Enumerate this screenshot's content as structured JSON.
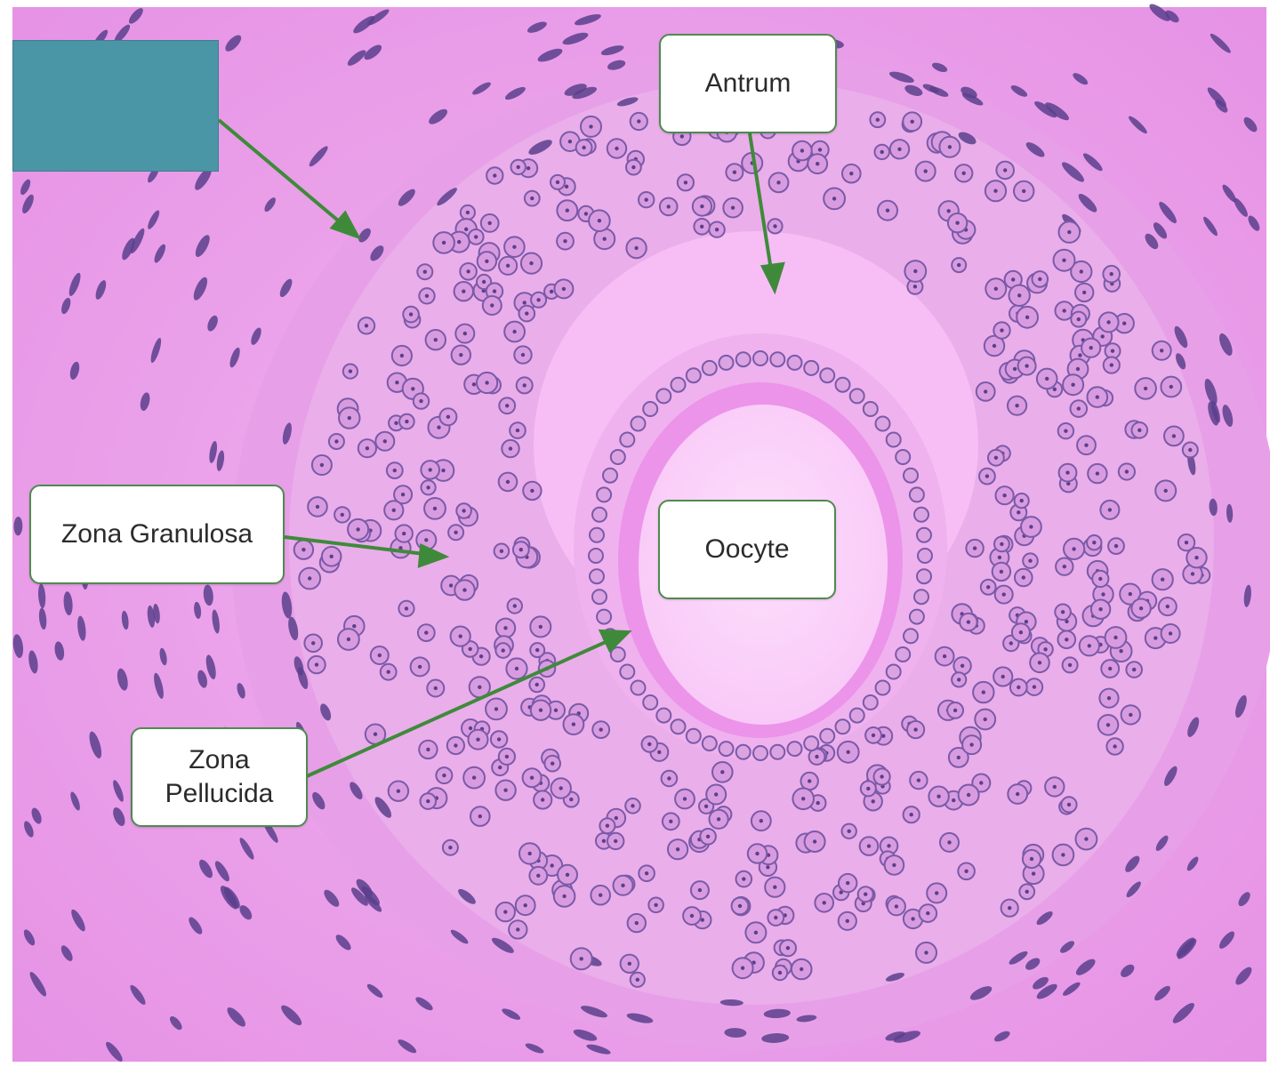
{
  "colors": {
    "stroma": "#e79ae6",
    "stroma_light": "#f3c2f2",
    "antrum": "#f5b6f4",
    "zona_pellucida": "#ec8ee8",
    "oocyte": "#fbd2fa",
    "nucleus": "#7a5aa8",
    "nucleus_dark": "#5b3f8c",
    "arrow": "#3f8a3a",
    "hidden_label_fill": "#4b96a6",
    "label_border": "#4f8a4f"
  },
  "labels": {
    "antrum": "Antrum",
    "zona_granulosa": "Zona Granulosa",
    "zona_pellucida_line1": "Zona",
    "zona_pellucida_line2": "Pellucida",
    "oocyte": "Oocyte"
  }
}
